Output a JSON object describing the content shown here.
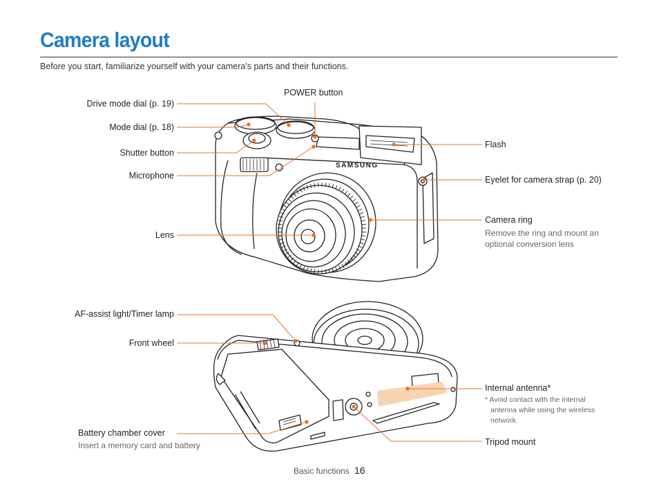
{
  "page": {
    "title": "Camera layout",
    "intro": "Before you start, familiarize yourself with your camera's parts and their functions."
  },
  "camera_top": {
    "brand": "SAMSUNG",
    "labels_left": {
      "drive_mode_dial": "Drive mode dial (p. 19)",
      "mode_dial": "Mode dial (p. 18)",
      "shutter_button": "Shutter button",
      "microphone": "Microphone",
      "lens": "Lens"
    },
    "labels_top": {
      "power_button": "POWER button"
    },
    "labels_right": {
      "flash": "Flash",
      "eyelet": "Eyelet for camera strap (p. 20)",
      "camera_ring": "Camera ring",
      "camera_ring_desc_1": "Remove the ring and mount an",
      "camera_ring_desc_2": "optional conversion lens"
    }
  },
  "camera_bottom": {
    "labels_left": {
      "af_assist": "AF-assist light/Timer lamp",
      "front_wheel": "Front wheel",
      "battery_cover": "Battery chamber cover",
      "battery_cover_desc": "Insert a memory card and battery"
    },
    "labels_right": {
      "internal_antenna": "Internal antenna*",
      "antenna_note_1": "* Avoid contact with the internal",
      "antenna_note_2": "antenna while using the wireless",
      "antenna_note_3": "network.",
      "tripod_mount": "Tripod mount"
    }
  },
  "footer": {
    "section": "Basic functions",
    "page_number": "16"
  },
  "colors": {
    "title": "#1f7ec4",
    "callout": "#e8732a",
    "antenna_fill": "#f8d4b0",
    "line_art": "#222222"
  }
}
